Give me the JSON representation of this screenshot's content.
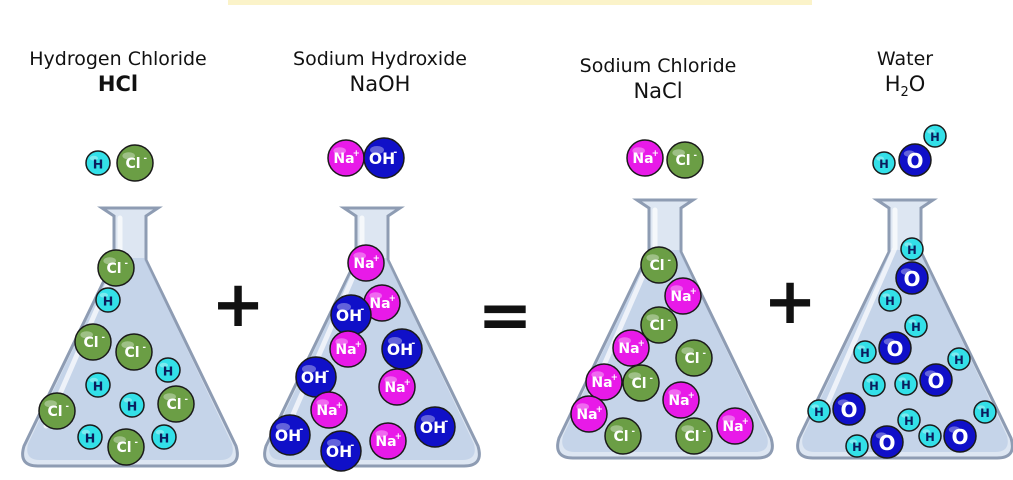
{
  "labels": {
    "hcl": {
      "name": "Hydrogen Chloride",
      "formula": "HCl"
    },
    "naoh": {
      "name": "Sodium Hydroxide",
      "formula": "NaOH"
    },
    "nacl": {
      "name": "Sodium Chloride",
      "formula": "NaCl"
    },
    "water": {
      "name": "Water",
      "formula_main": "H",
      "formula_sub": "2",
      "formula_end": "O"
    }
  },
  "operators": {
    "plus": "+",
    "equals": "="
  },
  "ions": {
    "h": "H",
    "cl": "Cl",
    "na": "Na",
    "oh": "OH",
    "o": "O",
    "plus_charge": "+",
    "minus_charge": "-"
  },
  "colors": {
    "cl": "#6b9e45",
    "h": "#33e0e8",
    "na": "#e81ae8",
    "oh": "#1010c8",
    "o": "#1010c8",
    "flask": "#dde6f2",
    "flask_stroke": "#8e9cb3",
    "liquid": "#bccde6"
  }
}
